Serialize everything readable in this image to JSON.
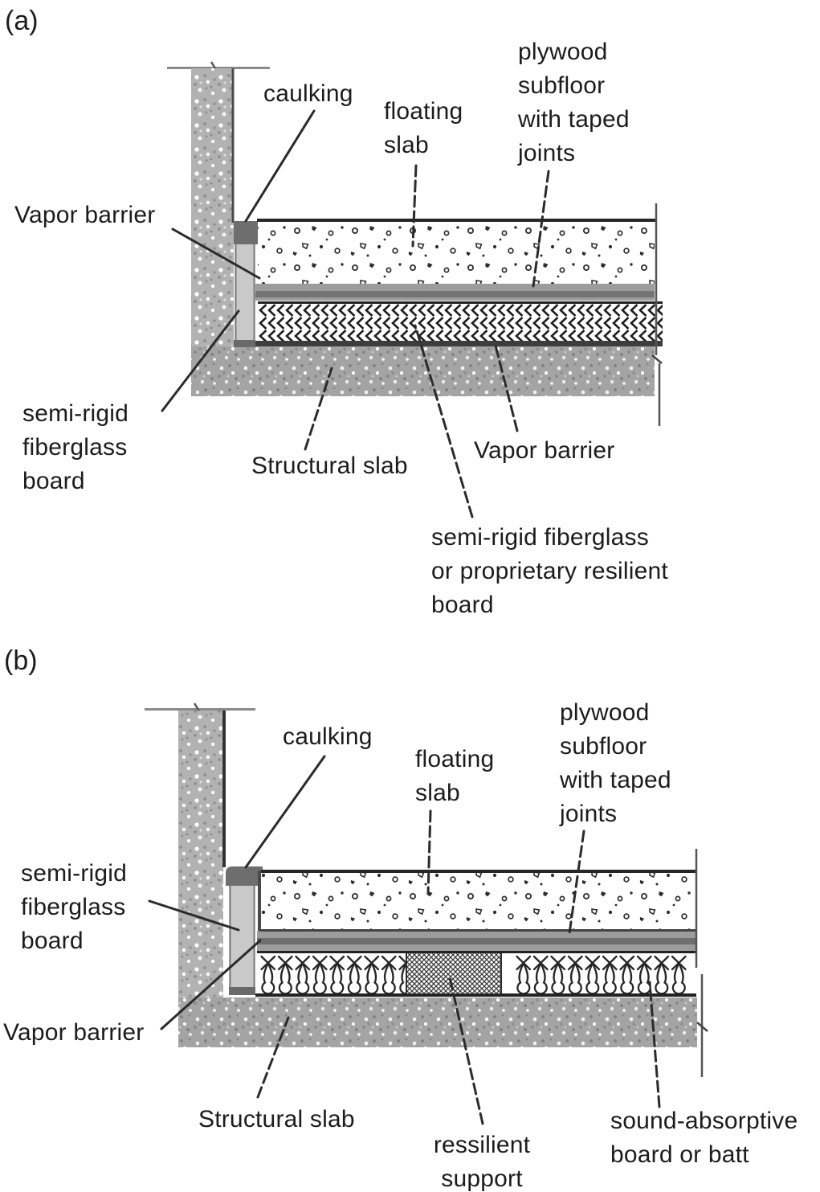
{
  "figure_type": "construction-detail-diagram",
  "panels": {
    "a": {
      "tag": "(a)",
      "labels": {
        "caulking": "caulking",
        "floating_slab": "floating\nslab",
        "plywood_subfloor": "plywood\nsubfloor\nwith taped\njoints",
        "vapor_barrier_left": "Vapor barrier",
        "semi_rigid_board": "semi-rigid\nfiberglass\nboard",
        "structural_slab": "Structural slab",
        "vapor_barrier_right": "Vapor barrier",
        "resilient_board": "semi-rigid fiberglass\nor proprietary resilient\nboard"
      }
    },
    "b": {
      "tag": "(b)",
      "labels": {
        "caulking": "caulking",
        "floating_slab": "floating\nslab",
        "plywood_subfloor": "plywood\nsubfloor\nwith taped\njoints",
        "semi_rigid_board": "semi-rigid\nfiberglass\nboard",
        "vapor_barrier": "Vapor barrier",
        "structural_slab": "Structural slab",
        "resilient_support": "ressilient\nsupport",
        "sound_absorptive": "sound-absorptive\nboard or batt"
      }
    }
  },
  "colors": {
    "ink": "#1c1c1c",
    "leader_line": "#2b2b2b",
    "wall_gray": "#b2b2b2",
    "structural_slab_gray": "#a6a6a6",
    "caulking_gray": "#6e6e6e",
    "subfloor_band_gray": "#9c9c9c",
    "fiberglass_board_gray": "#c9c9c9"
  }
}
